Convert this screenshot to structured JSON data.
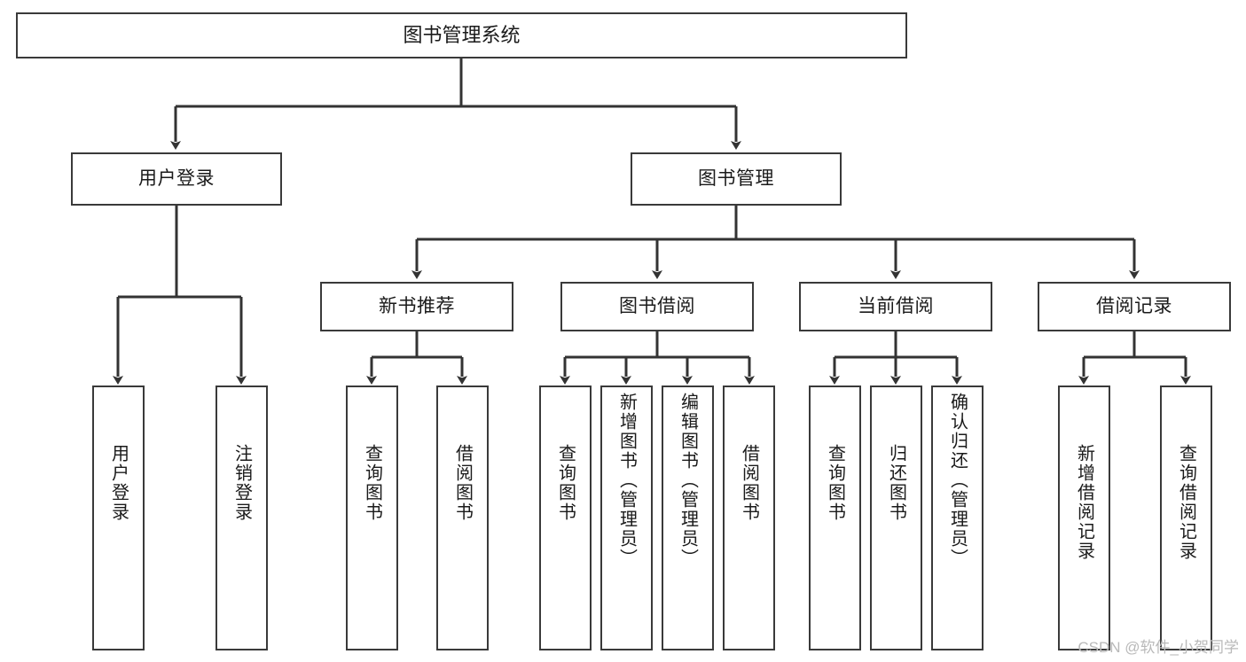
{
  "diagram": {
    "title": "图书管理系统",
    "type": "tree",
    "watermark": "CSDN @软件_小贺同学",
    "colors": {
      "box_border": "#3a3a3a",
      "box_fill": "#ffffff",
      "connector": "#333333",
      "text": "#1a1a1a",
      "watermark": "#b9b9b9"
    },
    "root": {
      "label": "图书管理系统"
    },
    "level2": [
      {
        "label": "用户登录"
      },
      {
        "label": "图书管理"
      }
    ],
    "level3": [
      {
        "label": "新书推荐"
      },
      {
        "label": "图书借阅"
      },
      {
        "label": "当前借阅"
      },
      {
        "label": "借阅记录"
      }
    ],
    "leaves": {
      "user_login": [
        {
          "label": "用户登录"
        },
        {
          "label": "注销登录"
        }
      ],
      "new_book_recommend": [
        {
          "label": "查询图书"
        },
        {
          "label": "借阅图书"
        }
      ],
      "book_borrow": [
        {
          "label": "查询图书"
        },
        {
          "label": "新增图书（管理员）"
        },
        {
          "label": "编辑图书（管理员）"
        },
        {
          "label": "借阅图书"
        }
      ],
      "current_borrow": [
        {
          "label": "查询图书"
        },
        {
          "label": "归还图书"
        },
        {
          "label": "确认归还（管理员）"
        }
      ],
      "borrow_records": [
        {
          "label": "新增借阅记录"
        },
        {
          "label": "查询借阅记录"
        }
      ]
    }
  }
}
